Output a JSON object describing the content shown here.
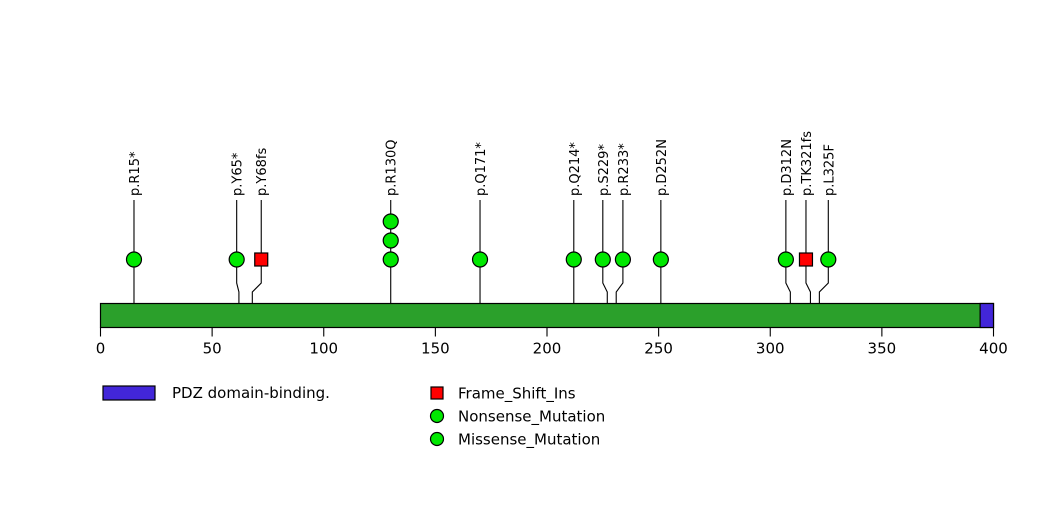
{
  "chart_data": {
    "type": "lollipop",
    "title": "",
    "xlabel": "",
    "ylabel": "",
    "xlim": [
      0,
      400
    ],
    "protein_length": 400,
    "axis_ticks": [
      0,
      50,
      100,
      150,
      200,
      250,
      300,
      350,
      400
    ],
    "axis_tick_labels": [
      "0",
      "50",
      "100",
      "150",
      "200",
      "250",
      "300",
      "350",
      "400"
    ],
    "backbone_color": "#2ba02b",
    "grid": false,
    "domains": [
      {
        "name": "PDZ domain-binding.",
        "start": 394,
        "end": 400,
        "color": "#4226d9"
      }
    ],
    "mutations": [
      {
        "label": "p.R15*",
        "position": 15,
        "count": 1,
        "type": "Nonsense_Mutation",
        "shape": "circle",
        "color": "#00e800",
        "label_x": 15
      },
      {
        "label": "p.Y65*",
        "position": 62,
        "count": 1,
        "type": "Nonsense_Mutation",
        "shape": "circle",
        "color": "#00e800",
        "label_x": 61
      },
      {
        "label": "p.Y68fs",
        "position": 68,
        "count": 1,
        "type": "Frame_Shift_Ins",
        "shape": "square",
        "color": "#ff0000",
        "label_x": 72
      },
      {
        "label": "p.R130Q",
        "position": 130,
        "count": 3,
        "type": "Missense_Mutation",
        "shape": "circle",
        "color": "#00e800",
        "label_x": 130
      },
      {
        "label": "p.Q171*",
        "position": 170,
        "count": 1,
        "type": "Nonsense_Mutation",
        "shape": "circle",
        "color": "#00e800",
        "label_x": 170
      },
      {
        "label": "p.Q214*",
        "position": 212,
        "count": 1,
        "type": "Nonsense_Mutation",
        "shape": "circle",
        "color": "#00e800",
        "label_x": 212
      },
      {
        "label": "p.S229*",
        "position": 227,
        "count": 1,
        "type": "Nonsense_Mutation",
        "shape": "circle",
        "color": "#00e800",
        "label_x": 225
      },
      {
        "label": "p.R233*",
        "position": 231,
        "count": 1,
        "type": "Nonsense_Mutation",
        "shape": "circle",
        "color": "#00e800",
        "label_x": 234
      },
      {
        "label": "p.D252N",
        "position": 251,
        "count": 1,
        "type": "Missense_Mutation",
        "shape": "circle",
        "color": "#00e800",
        "label_x": 251
      },
      {
        "label": "p.D312N",
        "position": 309,
        "count": 1,
        "type": "Missense_Mutation",
        "shape": "circle",
        "color": "#00e800",
        "label_x": 307
      },
      {
        "label": "p.TK321fs",
        "position": 318,
        "count": 1,
        "type": "Frame_Shift_Ins",
        "shape": "square",
        "color": "#ff0000",
        "label_x": 316
      },
      {
        "label": "p.L325F",
        "position": 322,
        "count": 1,
        "type": "Missense_Mutation",
        "shape": "circle",
        "color": "#00e800",
        "label_x": 326
      }
    ],
    "legend": {
      "domain_entries": [
        {
          "label": "PDZ domain-binding.",
          "color": "#4226d9",
          "shape": "rect"
        }
      ],
      "mutation_entries": [
        {
          "label": "Frame_Shift_Ins",
          "color": "#ff0000",
          "shape": "square"
        },
        {
          "label": "Nonsense_Mutation",
          "color": "#00e800",
          "shape": "circle"
        },
        {
          "label": "Missense_Mutation",
          "color": "#00e800",
          "shape": "circle"
        }
      ],
      "position": "bottom"
    }
  }
}
